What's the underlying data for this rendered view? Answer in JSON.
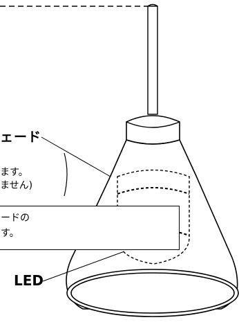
{
  "labels": {
    "shade": "ェード",
    "note_line1": "ます。",
    "note_line2": "ません)",
    "box_line1": "ードの",
    "box_line2": "す。",
    "led": "LED"
  },
  "colors": {
    "line": "#000000",
    "background": "#ffffff"
  }
}
